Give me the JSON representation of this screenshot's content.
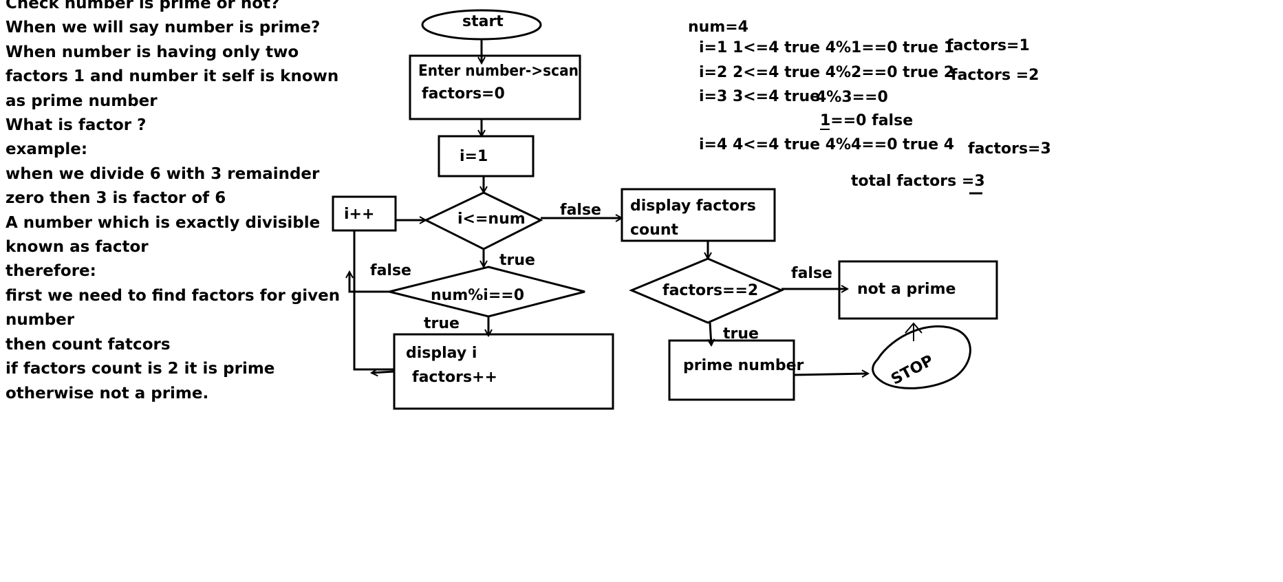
{
  "notes": [
    "Check number is prime or not?",
    "When we will say number is prime?",
    "When number is having only two",
    "factors 1 and number it self is known",
    "as prime number",
    "What is factor ?",
    "example:",
    "when we divide 6 with 3 remainder",
    "zero then 3 is factor of 6",
    "A number which is exactly divisible",
    "known as factor",
    "therefore:",
    "first we need to find factors for given",
    "number",
    "then count fatcors",
    "if factors count is 2 it is prime",
    "otherwise not a prime."
  ],
  "flow": {
    "start": "start",
    "input_line1": "Enter number->scan",
    "input_line2": "factors=0",
    "init": "i=1",
    "incr": "i++",
    "cond": "i<=num",
    "check": "num%i==0",
    "body_line1": "display i",
    "body_line2": "factors++",
    "display_line1": "display factors",
    "display_line2": "count",
    "decide": "factors==2",
    "not_prime": "not a prime",
    "prime": "prime number",
    "stop": "STOP",
    "lbl_false_cond": "false",
    "lbl_true_cond": "true",
    "lbl_false_check": "false",
    "lbl_true_check": "true",
    "lbl_false_decide": "false",
    "lbl_true_decide": "true"
  },
  "trace": {
    "num": "num=4",
    "row1": "i=1 1<=4 true 4%1==0 true  1",
    "row1_factors": "factors=1",
    "row2": "i=2 2<=4 true 4%2==0 true  2",
    "row2_factors": "factors =2",
    "row3_a": "i=3  3<=4 true",
    "row3_b": "4%3==0",
    "row3_c": "1==0 false",
    "row4": "i=4  4<=4 true  4%4==0 true  4",
    "row4_factors": "factors=3",
    "total": "total factors =3"
  },
  "colors": {
    "ink": "#000000",
    "background": "#ffffff"
  }
}
